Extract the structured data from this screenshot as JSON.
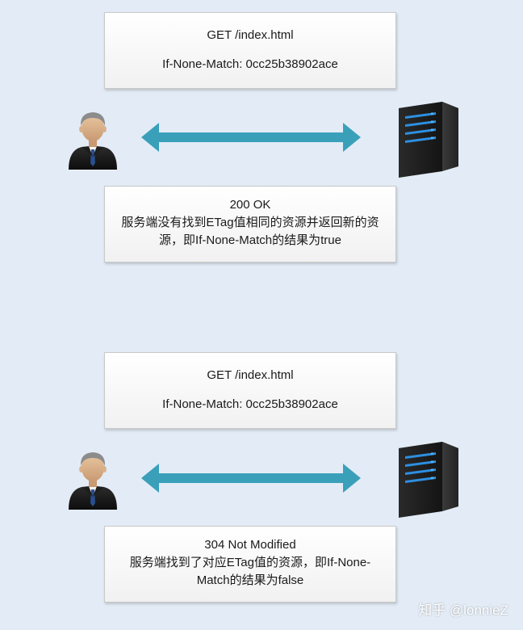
{
  "scenarios": [
    {
      "request": {
        "line1": "GET /index.html",
        "line2": "If-None-Match: 0cc25b38902ace"
      },
      "response": {
        "status": "200 OK",
        "message": "服务端没有找到ETag值相同的资源并返回新的资源，即If-None-Match的结果为true"
      }
    },
    {
      "request": {
        "line1": "GET /index.html",
        "line2": "If-None-Match: 0cc25b38902ace"
      },
      "response": {
        "status": "304 Not Modified",
        "message": "服务端找到了对应ETag值的资源，即If-None-Match的结果为false"
      }
    }
  ],
  "watermark": "知乎 @lonnieZ",
  "colors": {
    "arrow": "#3aa0ba",
    "background": "#e3ecf6",
    "server_led": "#2e8fe0"
  },
  "icons": [
    "person-icon",
    "server-icon",
    "double-arrow-icon"
  ]
}
